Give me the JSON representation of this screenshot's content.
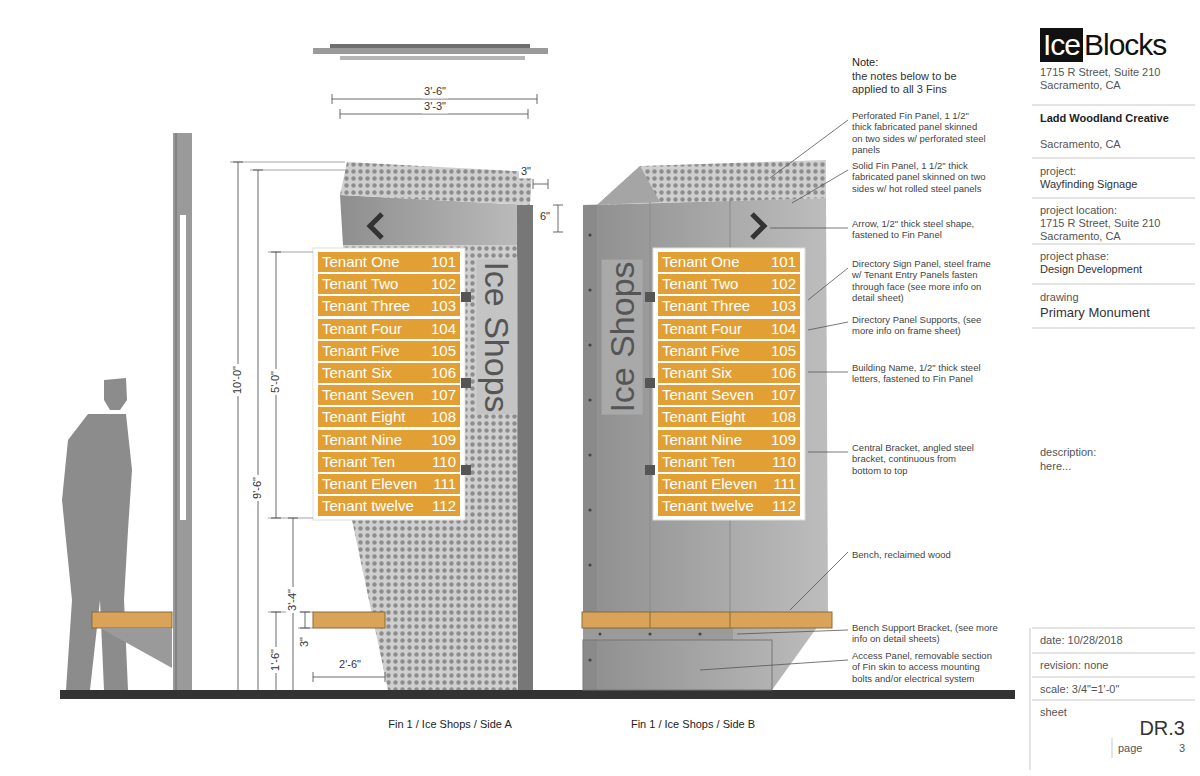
{
  "diagram": {
    "nodes": [
      {
        "text": [
          "Tenant One",
          "101"
        ]
      },
      {
        "text": [
          "Tenant Two",
          "102"
        ]
      },
      {
        "text": [
          "Tenant Three",
          "103"
        ]
      },
      {
        "text": [
          "Tenant Four",
          "104"
        ]
      },
      {
        "text": [
          "Tenant Five",
          "105"
        ]
      },
      {
        "text": [
          "Tenant Six",
          "106"
        ]
      },
      {
        "text": [
          "Tenant Seven",
          "107"
        ]
      },
      {
        "text": [
          "Tenant Eight",
          "108"
        ]
      },
      {
        "text": [
          "Tenant Nine",
          "109"
        ]
      },
      {
        "text": [
          "Tenant Ten",
          "110"
        ]
      },
      {
        "text": [
          "Tenant Eleven",
          "111"
        ]
      },
      {
        "text": [
          "Tenant twelve",
          "112"
        ]
      },
      {
        "text": [
          "Tenant One",
          "101"
        ]
      },
      {
        "text": [
          "Tenant Two",
          "102"
        ]
      },
      {
        "text": [
          "Tenant Three",
          "103"
        ]
      },
      {
        "text": [
          "Tenant Four",
          "104"
        ]
      },
      {
        "text": [
          "Tenant Five",
          "105"
        ]
      },
      {
        "text": [
          "Tenant Six",
          "106"
        ]
      },
      {
        "text": [
          "Tenant Seven",
          "107"
        ]
      },
      {
        "text": [
          "Tenant Eight",
          "108"
        ]
      },
      {
        "text": [
          "Tenant Nine",
          "109"
        ]
      },
      {
        "text": [
          "Tenant Ten",
          "110"
        ]
      },
      {
        "text": [
          "Tenant Eleven",
          "111"
        ]
      },
      {
        "text": [
          "Tenant twelve",
          "112"
        ]
      }
    ],
    "labels": [
      "Note:",
      "the notes below to be applied to all 3 Fins",
      "Perforated Fin Panel, 1 1/2\" thick fabricated panel skinned on two sides w/ perforated steel panels",
      "Solid Fin Panel, 1 1/2\" thick fabricated panel skinned on two sides w/ hot rolled steel panels",
      "Arrow, 1/2\" thick steel shape, fastened to Fin Panel",
      "Directory Sign Panel, steel frame w/ Tenant Entry Panels fasten through face (see more info on detail sheet)",
      "Directory Panel Supports, (see more info on frame sheet)",
      "Building Name, 1/2\" thick steel letters, fastened to Fin Panel",
      "Central Bracket, angled steel bracket, continuous from bottom to top",
      "Bench, reclaimed wood",
      "Bench Support Bracket, (see more info on detail sheets)",
      "Access Panel, removable section of Fin skin to access mounting bolts and/or electrical system",
      "3'-6\"",
      "3'-3\"",
      "3\"",
      "6\"",
      "10'-0\"",
      "9'-6\"",
      "5'-0\"",
      "3'-4\"",
      "3\"",
      "1'-6\"",
      "2'-6\"",
      "Ice Shops",
      "Ice Shops",
      "Fin 1 / Ice Shops / Side A",
      "Fin 1 / Ice Shops / Side B",
      "Ice",
      "Blocks",
      "1715 R Street, Suite 210 Sacramento, CA",
      "Ladd Woodland Creative",
      "Sacramento, CA",
      "project:",
      "Wayfinding Signage",
      "project location:",
      "1715 R Street, Suite 210 Sacramento, CA",
      "project phase:",
      "Design Development",
      "drawing",
      "Primary Monument",
      "description:",
      "here...",
      "date: 10/28/2018",
      "revision: none",
      "scale: 3/4\"=1'-0\"",
      "sheet",
      "DR.3",
      "page",
      "3"
    ]
  }
}
